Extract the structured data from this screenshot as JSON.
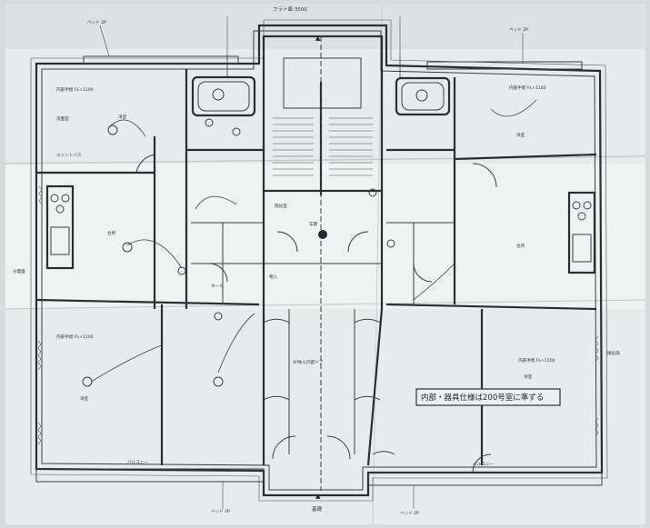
{
  "drawing": {
    "top_label": "フラト面 3500",
    "note": "内部・器具仕様は200号室に準ずる",
    "stair_marks": {
      "top": "▲",
      "bottom": "▲"
    },
    "bottom_label": "基礎",
    "rooms": {
      "top_left_a": "内部手摺 FL+1100",
      "top_left_b": "洗面室",
      "top_left_c": "洋室",
      "left_mid_a": "ユニットバス",
      "left_mid_b": "台所",
      "left_lower_a": "内部手摺 FL+1100",
      "left_lower_b": "洋室",
      "center_a": "階段室",
      "center_b": "ホール",
      "center_c": "玄関",
      "center_d": "物入",
      "center_e": "AP防火内部ドア",
      "right_top_a": "内部手摺 FL+1100",
      "right_top_b": "洋室",
      "right_mid": "台所",
      "right_lower_a": "内部手摺 FL+1100",
      "right_lower_b": "洋室",
      "bottom_left": "バルコニー",
      "bottom_right": "バルコニー",
      "wall_left": "分電盤",
      "wall_right": "換気扇"
    },
    "callouts": {
      "tl": "ベッド 2P",
      "tr": "ベッド 2P",
      "bl": "ベッド 2P",
      "br": "ベッド 2P"
    }
  }
}
